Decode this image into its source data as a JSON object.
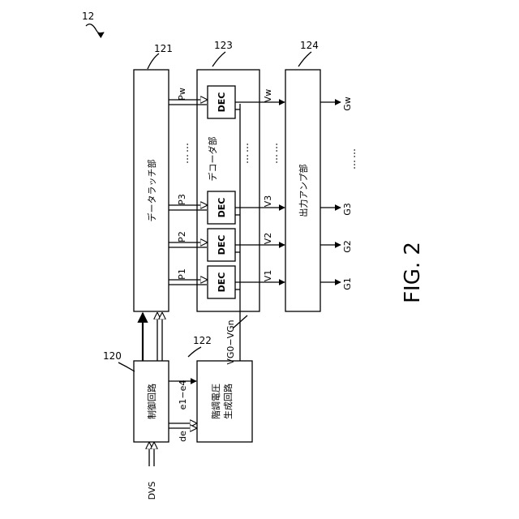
{
  "diagram": {
    "ref_main": "12",
    "ref_control": "120",
    "ref_latch": "121",
    "ref_gradation": "122",
    "ref_decoder": "123",
    "ref_output": "124",
    "control_label": "制御回路",
    "latch_label": "データラッチ部",
    "gradation_label_line1": "階調電圧",
    "gradation_label_line2": "生成回路",
    "decoder_label": "デコーダ部",
    "output_label": "出力アンプ部",
    "dec_label": "DEC",
    "input_signal": "DVS",
    "signal_de": "de",
    "signal_e": "e1−e4",
    "signal_vg": "VG0−VGn",
    "p_signals": [
      "P1",
      "P2",
      "P3",
      "Pw"
    ],
    "v_signals": [
      "V1",
      "V2",
      "V3",
      "Vw"
    ],
    "g_signals": [
      "G1",
      "G2",
      "G3",
      "Gw"
    ],
    "dots": "……",
    "figure_label": "FIG. 2"
  }
}
